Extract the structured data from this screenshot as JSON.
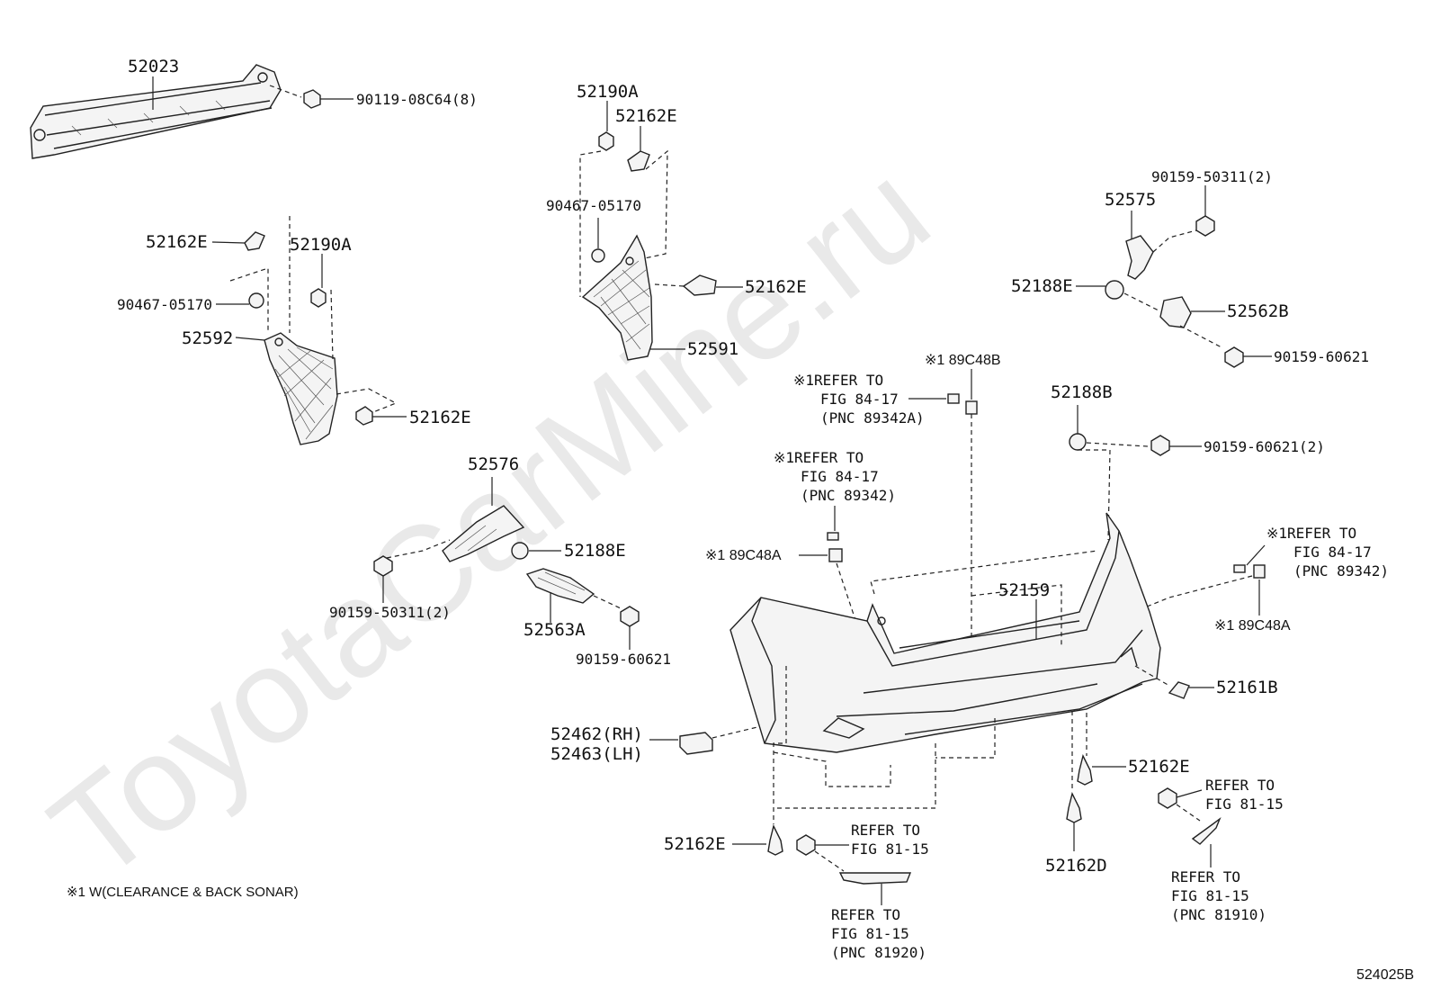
{
  "watermark": "ToyotaCarMine.ru",
  "footnote": "※1 W(CLEARANCE & BACK SONAR)",
  "figure_code": "524025B",
  "labels": {
    "p52023": "52023",
    "p90119": "90119-08C64(8)",
    "p52190A_top": "52190A",
    "p52162E_top": "52162E",
    "p90467_top": "90467-05170",
    "p52162E_mid": "52162E",
    "p52591": "52591",
    "p52162E_left": "52162E",
    "p52190A_left": "52190A",
    "p90467_left": "90467-05170",
    "p52592": "52592",
    "p52162E_left2": "52162E",
    "p90159_50311_right": "90159-50311(2)",
    "p52575": "52575",
    "p52188E_right": "52188E",
    "p52562B": "52562B",
    "p90159_60621_right": "90159-60621",
    "p189C48B": "※1 89C48B",
    "refer1_l1": "※1REFER TO",
    "refer1_l2": "FIG 84-17",
    "refer1_l3": "(PNC 89342A)",
    "p52188B": "52188B",
    "p90159_60621_2": "90159-60621(2)",
    "refer2_l1": "※1REFER TO",
    "refer2_l2": "FIG 84-17",
    "refer2_l3": "(PNC 89342)",
    "p189C48A_mid": "※1 89C48A",
    "p52576": "52576",
    "p52188E_mid": "52188E",
    "p90159_50311_left": "90159-50311(2)",
    "p52563A": "52563A",
    "p90159_60621_left": "90159-60621",
    "refer3_l1": "※1REFER TO",
    "refer3_l2": "FIG 84-17",
    "refer3_l3": "(PNC 89342)",
    "p189C48A_right": "※1 89C48A",
    "p52159": "52159",
    "p52161B": "52161B",
    "p52462": "52462(RH)",
    "p52463": "52463(LH)",
    "p52162E_bot_right": "52162E",
    "p52162E_bot_left": "52162E",
    "p52162D": "52162D",
    "refer_a_l1": "REFER TO",
    "refer_a_l2": "FIG 81-15",
    "refer_b_l1": "REFER TO",
    "refer_b_l2": "FIG 81-15",
    "refer_c_l1": "REFER TO",
    "refer_c_l2": "FIG 81-15",
    "refer_c_l3": "(PNC 81920)",
    "refer_d_l1": "REFER TO",
    "refer_d_l2": "FIG 81-15",
    "refer_d_l3": "(PNC 81910)"
  }
}
